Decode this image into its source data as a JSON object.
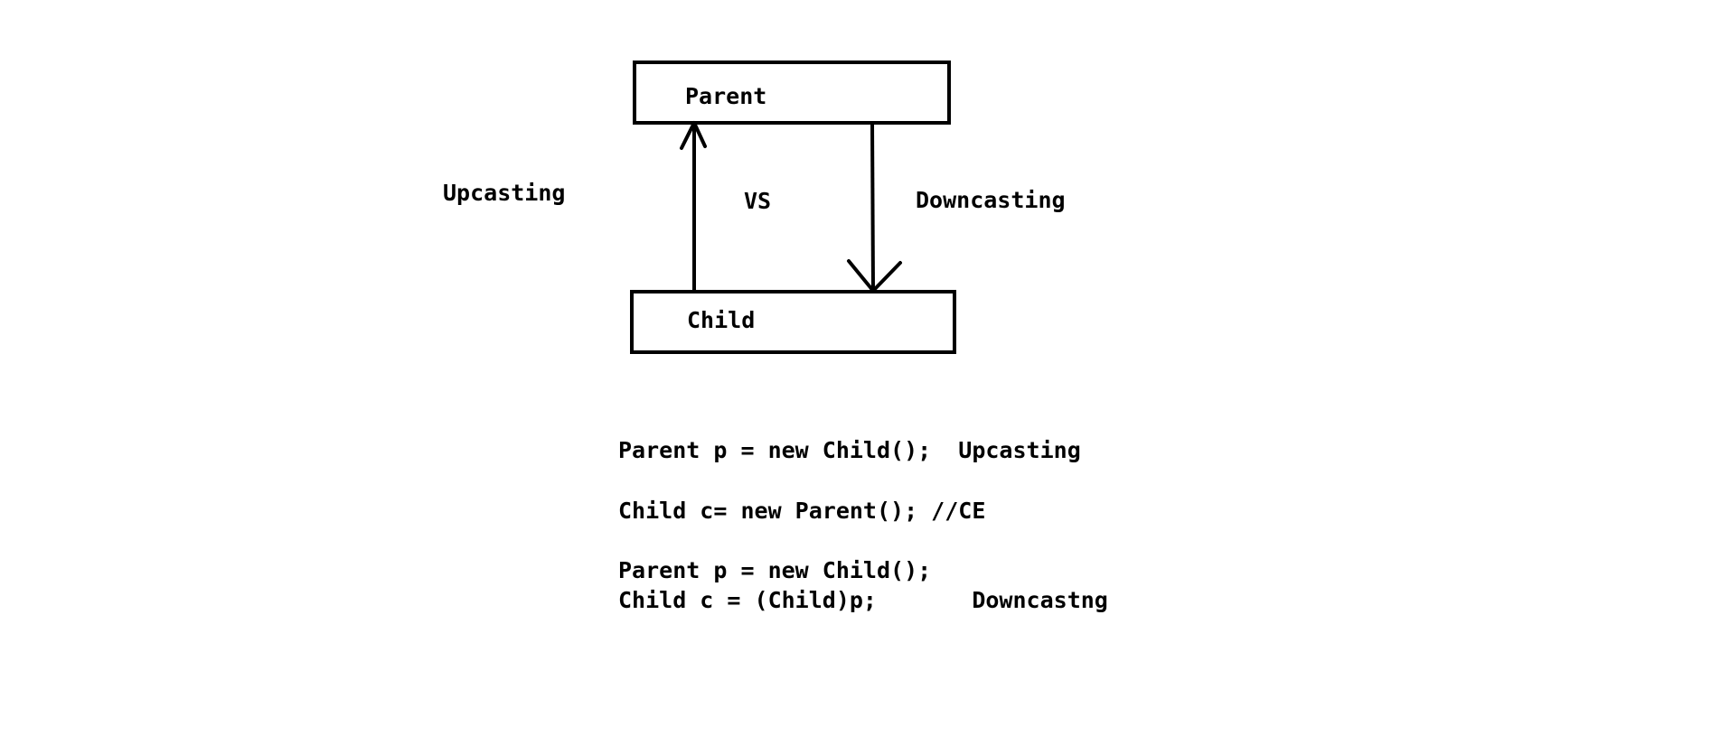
{
  "diagram": {
    "parent_label": "Parent",
    "child_label": "Child",
    "upcasting_label": "Upcasting",
    "vs_label": "VS",
    "downcasting_label": "Downcasting"
  },
  "code": {
    "line1": "Parent p = new Child();  Upcasting",
    "line2": "Child c= new Parent(); //CE",
    "line3": "Parent p = new Child();",
    "line4": "Child c = (Child)p;       Downcastng"
  },
  "colors": {
    "background": "#ffffff",
    "ink": "#000000"
  }
}
